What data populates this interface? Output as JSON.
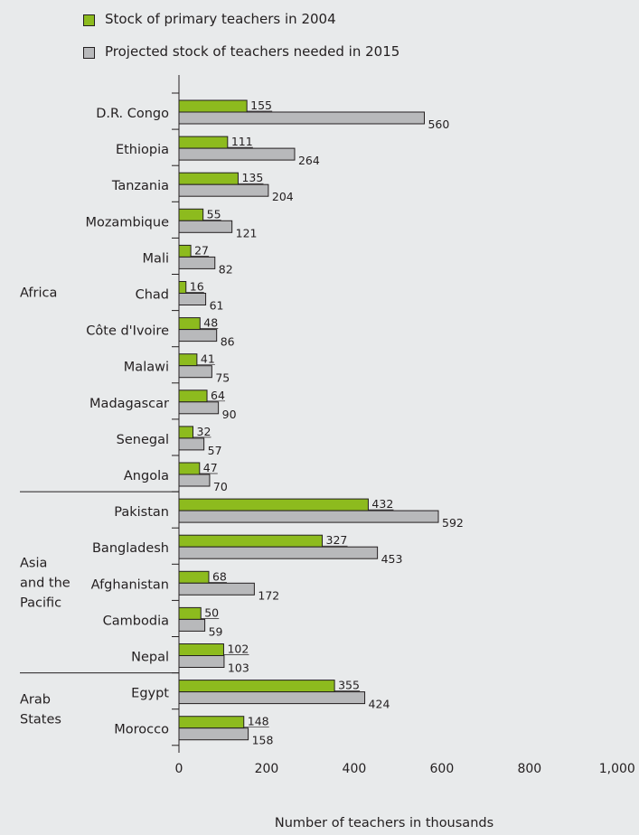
{
  "legend": [
    {
      "label": "Stock of primary teachers in 2004",
      "color": "#8dbb1e"
    },
    {
      "label": "Projected stock of teachers needed in 2015",
      "color": "#b8b9bb"
    }
  ],
  "chart_data": {
    "type": "bar",
    "orientation": "horizontal",
    "title": "",
    "xlabel": "Number of teachers in thousands",
    "ylabel": "",
    "xlim": [
      0,
      1000
    ],
    "x_ticks": [
      0,
      200,
      400,
      600,
      800,
      1000
    ],
    "x_tick_labels": [
      "0",
      "200",
      "400",
      "600",
      "800",
      "1,000"
    ],
    "grid": false,
    "legend_position": "top-left",
    "categories": [
      "D.R. Congo",
      "Ethiopia",
      "Tanzania",
      "Mozambique",
      "Mali",
      "Chad",
      "Côte d'Ivoire",
      "Malawi",
      "Madagascar",
      "Senegal",
      "Angola",
      "Pakistan",
      "Bangladesh",
      "Afghanistan",
      "Cambodia",
      "Nepal",
      "Egypt",
      "Morocco"
    ],
    "groups": [
      {
        "name": "Africa",
        "start": 0,
        "end": 10
      },
      {
        "name": "Asia and the Pacific",
        "lines": [
          "Asia",
          "and the",
          "Pacific"
        ],
        "start": 11,
        "end": 15
      },
      {
        "name": "Arab States",
        "lines": [
          "Arab",
          "States"
        ],
        "start": 16,
        "end": 17
      }
    ],
    "series": [
      {
        "name": "Stock of primary teachers in 2004",
        "color": "#8dbb1e",
        "values": [
          155,
          111,
          135,
          55,
          27,
          16,
          48,
          41,
          64,
          32,
          47,
          432,
          327,
          68,
          50,
          102,
          355,
          148
        ]
      },
      {
        "name": "Projected stock of teachers needed in 2015",
        "color": "#b8b9bb",
        "values": [
          560,
          264,
          204,
          121,
          82,
          61,
          86,
          75,
          90,
          57,
          70,
          592,
          453,
          172,
          59,
          103,
          424,
          158
        ]
      }
    ]
  }
}
